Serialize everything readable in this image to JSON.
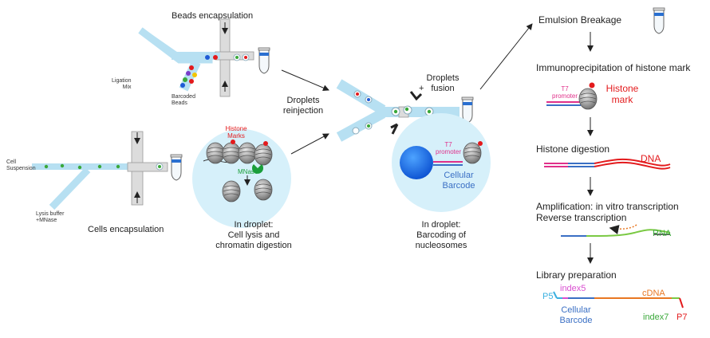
{
  "left": {
    "beads_encapsulation": "Beads encapsulation",
    "ligation_mix_1": "Ligation",
    "ligation_mix_2": "Mix",
    "barcoded_beads_1": "Barcoded",
    "barcoded_beads_2": "Beads",
    "cell_suspension_1": "Cell",
    "cell_suspension_2": "Suspension",
    "lysis_buffer_1": "Lysis buffer",
    "lysis_buffer_2": "+MNase",
    "cells_encapsulation": "Cells encapsulation"
  },
  "middle": {
    "droplets_reinjection_1": "Droplets",
    "droplets_reinjection_2": "reinjection",
    "histone_marks_1": "Histone",
    "histone_marks_2": "Marks",
    "mnase": "MNase",
    "in_droplet_lysis_1": "In droplet:",
    "in_droplet_lysis_2": "Cell lysis and",
    "in_droplet_lysis_3": "chromatin digestion",
    "droplets_fusion_1": "Droplets",
    "droplets_fusion_2": "fusion",
    "t7_promoter_1": "T7",
    "t7_promoter_2": "promoter",
    "cellular_barcode_1": "Cellular",
    "cellular_barcode_2": "Barcode",
    "in_droplet_barcoding_1": "In droplet:",
    "in_droplet_barcoding_2": "Barcoding of",
    "in_droplet_barcoding_3": "nucleosomes"
  },
  "right": {
    "emulsion_breakage": "Emulsion Breakage",
    "immunoprecipitation": "Immunoprecipitation of histone mark",
    "t7_1": "T7",
    "t7_2": "promoter",
    "histone_mark_1": "Histone",
    "histone_mark_2": "mark",
    "histone_digestion": "Histone digestion",
    "dna": "DNA",
    "amplification": "Amplification: in vitro transcription",
    "reverse_transcription": "Reverse transcription",
    "rna": "RNA",
    "library_preparation": "Library preparation",
    "p5": "P5",
    "index5": "index5",
    "cdna": "cDNA",
    "cellular_1": "Cellular",
    "cellular_2": "Barcode",
    "index7": "index7",
    "p7": "P7"
  },
  "colors": {
    "channel": "#b7e0f2",
    "droplet_bg": "#d6f0fa",
    "red": "#e31a1c",
    "pink": "#e0308a",
    "blue": "#3a6fc4",
    "green": "#7ac943",
    "orange": "#e87722"
  }
}
